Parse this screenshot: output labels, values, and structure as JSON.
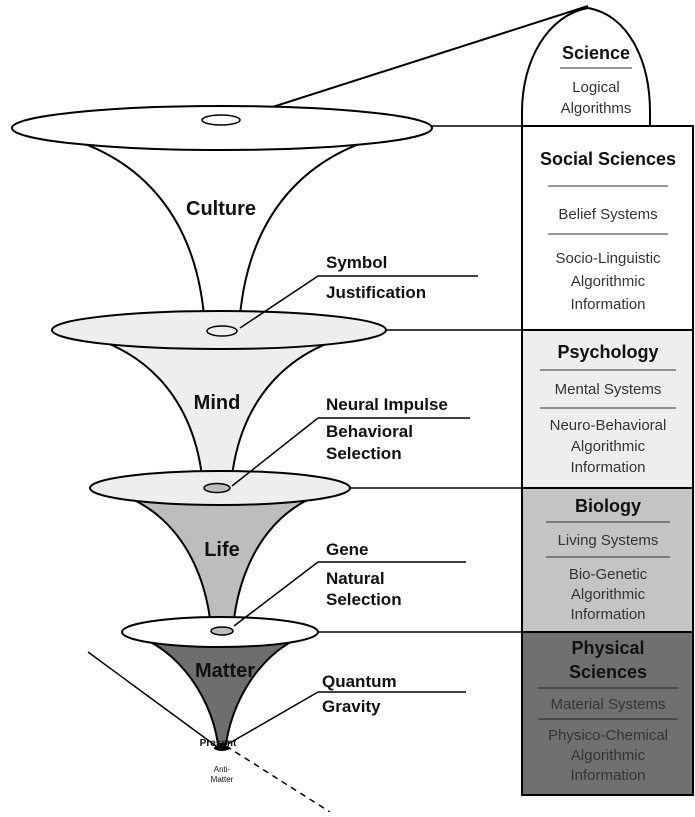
{
  "funnels": [
    {
      "label": "Culture",
      "fill": "#ffffff"
    },
    {
      "label": "Mind",
      "fill": "#eeeeee"
    },
    {
      "label": "Life",
      "fill": "#bdbdbd"
    },
    {
      "label": "Matter",
      "fill": "#6e6e6e"
    }
  ],
  "connectors": [
    {
      "line1": "Symbol",
      "line2": "Justification"
    },
    {
      "line1": "Neural Impulse",
      "line2": "Behavioral",
      "line3": "Selection"
    },
    {
      "line1": "Gene",
      "line2": "Natural",
      "line3": "Selection"
    },
    {
      "line1": "Quantum",
      "line2": "Gravity"
    }
  ],
  "bottom": {
    "present": "Present",
    "anti1": "Anti-",
    "anti2": "Matter"
  },
  "panels": {
    "science": {
      "title": "Science",
      "line1": "Logical",
      "line2": "Algorithms",
      "fill": "#ffffff"
    },
    "social": {
      "title": "Social Sciences",
      "system": "Belief Systems",
      "info1": "Socio-Linguistic",
      "info2": "Algorithmic",
      "info3": "Information",
      "fill": "#ffffff"
    },
    "psychology": {
      "title": "Psychology",
      "system": "Mental Systems",
      "info1": "Neuro-Behavioral",
      "info2": "Algorithmic",
      "info3": "Information",
      "fill": "#eeeeee"
    },
    "biology": {
      "title": "Biology",
      "system": "Living Systems",
      "info1": "Bio-Genetic",
      "info2": "Algorithmic",
      "info3": "Information",
      "fill": "#c4c4c4"
    },
    "physical": {
      "title1": "Physical",
      "title2": "Sciences",
      "system": "Material Systems",
      "info1": "Physico-Chemical",
      "info2": "Algorithmic",
      "info3": "Information",
      "fill": "#707070"
    }
  }
}
